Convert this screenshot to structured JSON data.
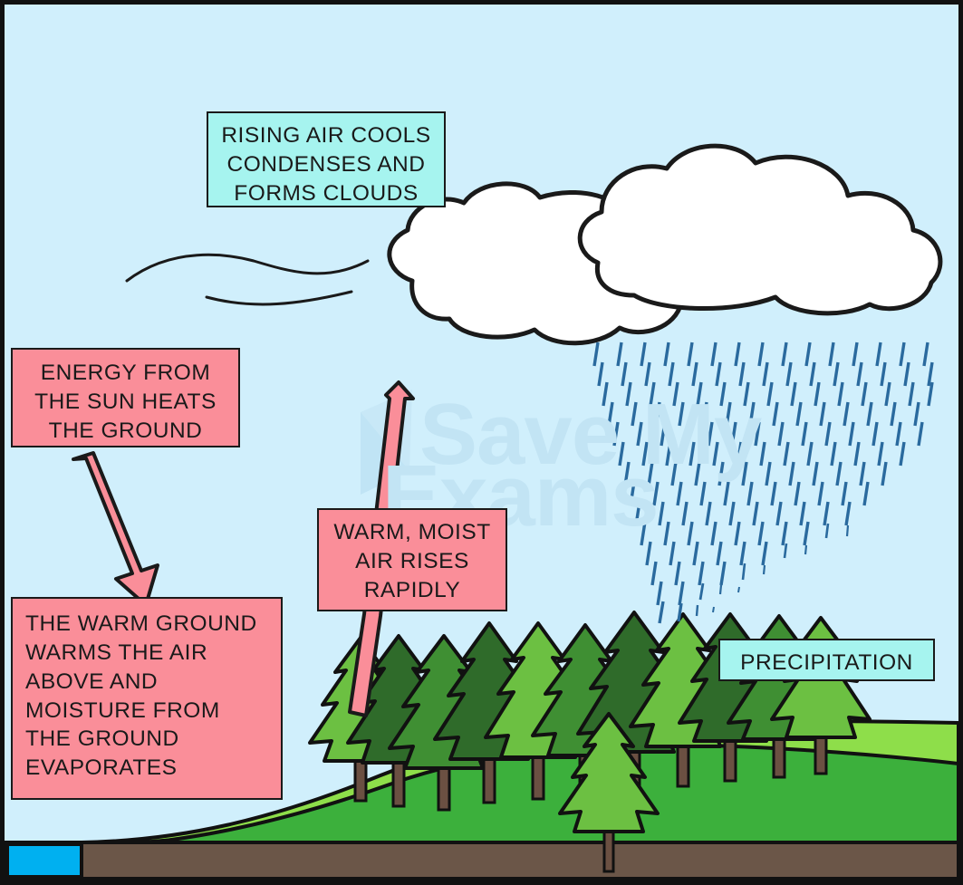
{
  "diagram": {
    "title": "Convectional Rainfall Water Cycle Diagram",
    "type": "process-diagram"
  },
  "labels": {
    "rising_air": "RISING AIR COOLS\nCONDENSES AND\nFORMS CLOUDS",
    "energy_sun": "ENERGY FROM\nTHE SUN HEATS\nTHE GROUND",
    "warm_ground": "THE WARM GROUND\nWARMS THE AIR\nABOVE AND\nMOISTURE FROM\nTHE GROUND\nEVAPORATES",
    "warm_moist": "WARM, MOIST\nAIR RISES\nRAPIDLY",
    "precipitation": "PRECIPITATION"
  },
  "watermark": {
    "line1": "Save My",
    "line2": "Exams"
  },
  "colors": {
    "sky": "#d0effc",
    "label_cyan": "#a6f4ef",
    "label_pink": "#fa8e99",
    "arrow_pink": "#fa8e99",
    "outline": "#1a1a1a",
    "cloud_white": "#ffffff",
    "rain_blue": "#2a6a9e",
    "hill_light_green": "#8ede4a",
    "hill_green": "#3cb03c",
    "soil_brown": "#6b5648",
    "water_blue": "#00b0f0",
    "tree_dark_green": "#2f6b2a",
    "tree_mid_green": "#3f8f33",
    "tree_light_green": "#6cc042",
    "trunk_brown": "#6b5042",
    "watermark": "#c2e4f4",
    "frame": "#111111"
  },
  "scene_elements": {
    "clouds": 2,
    "wind_lines": 2,
    "trees": 12,
    "rain_rows": 14,
    "arrows": [
      {
        "name": "sun-energy-arrow",
        "direction": "down-right"
      },
      {
        "name": "rising-air-arrow",
        "direction": "up"
      }
    ]
  }
}
